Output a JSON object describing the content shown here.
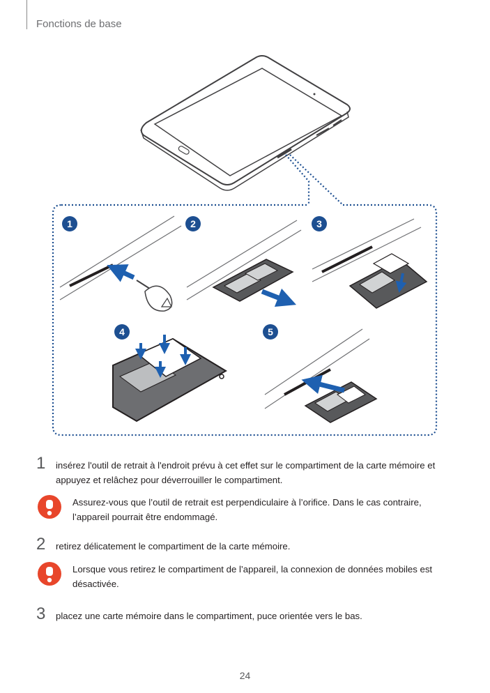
{
  "header": {
    "title": "Fonctions de base"
  },
  "figure": {
    "callouts": [
      "1",
      "2",
      "3",
      "4",
      "5"
    ],
    "accent_color": "#1d4f91",
    "arrow_color": "#1e60b0"
  },
  "steps": [
    {
      "number": "1",
      "text": "insérez l'outil de retrait à l'endroit prévu à cet effet sur le compartiment de la carte mémoire et appuyez et relâchez pour déverrouiller le compartiment."
    },
    {
      "number": "2",
      "text": "retirez délicatement le compartiment de la carte mémoire."
    },
    {
      "number": "3",
      "text": "placez une carte mémoire dans le compartiment, puce orientée vers le bas."
    }
  ],
  "cautions": [
    {
      "icon": "caution-icon",
      "text": "Assurez-vous que l’outil de retrait est perpendiculaire à l’orifice. Dans le cas contraire, l’appareil pourrait être endommagé."
    },
    {
      "icon": "caution-icon",
      "text": "Lorsque vous retirez le compartiment de l’appareil, la connexion de données mobiles est désactivée."
    }
  ],
  "page_number": "24",
  "caution_color": "#e8462b"
}
